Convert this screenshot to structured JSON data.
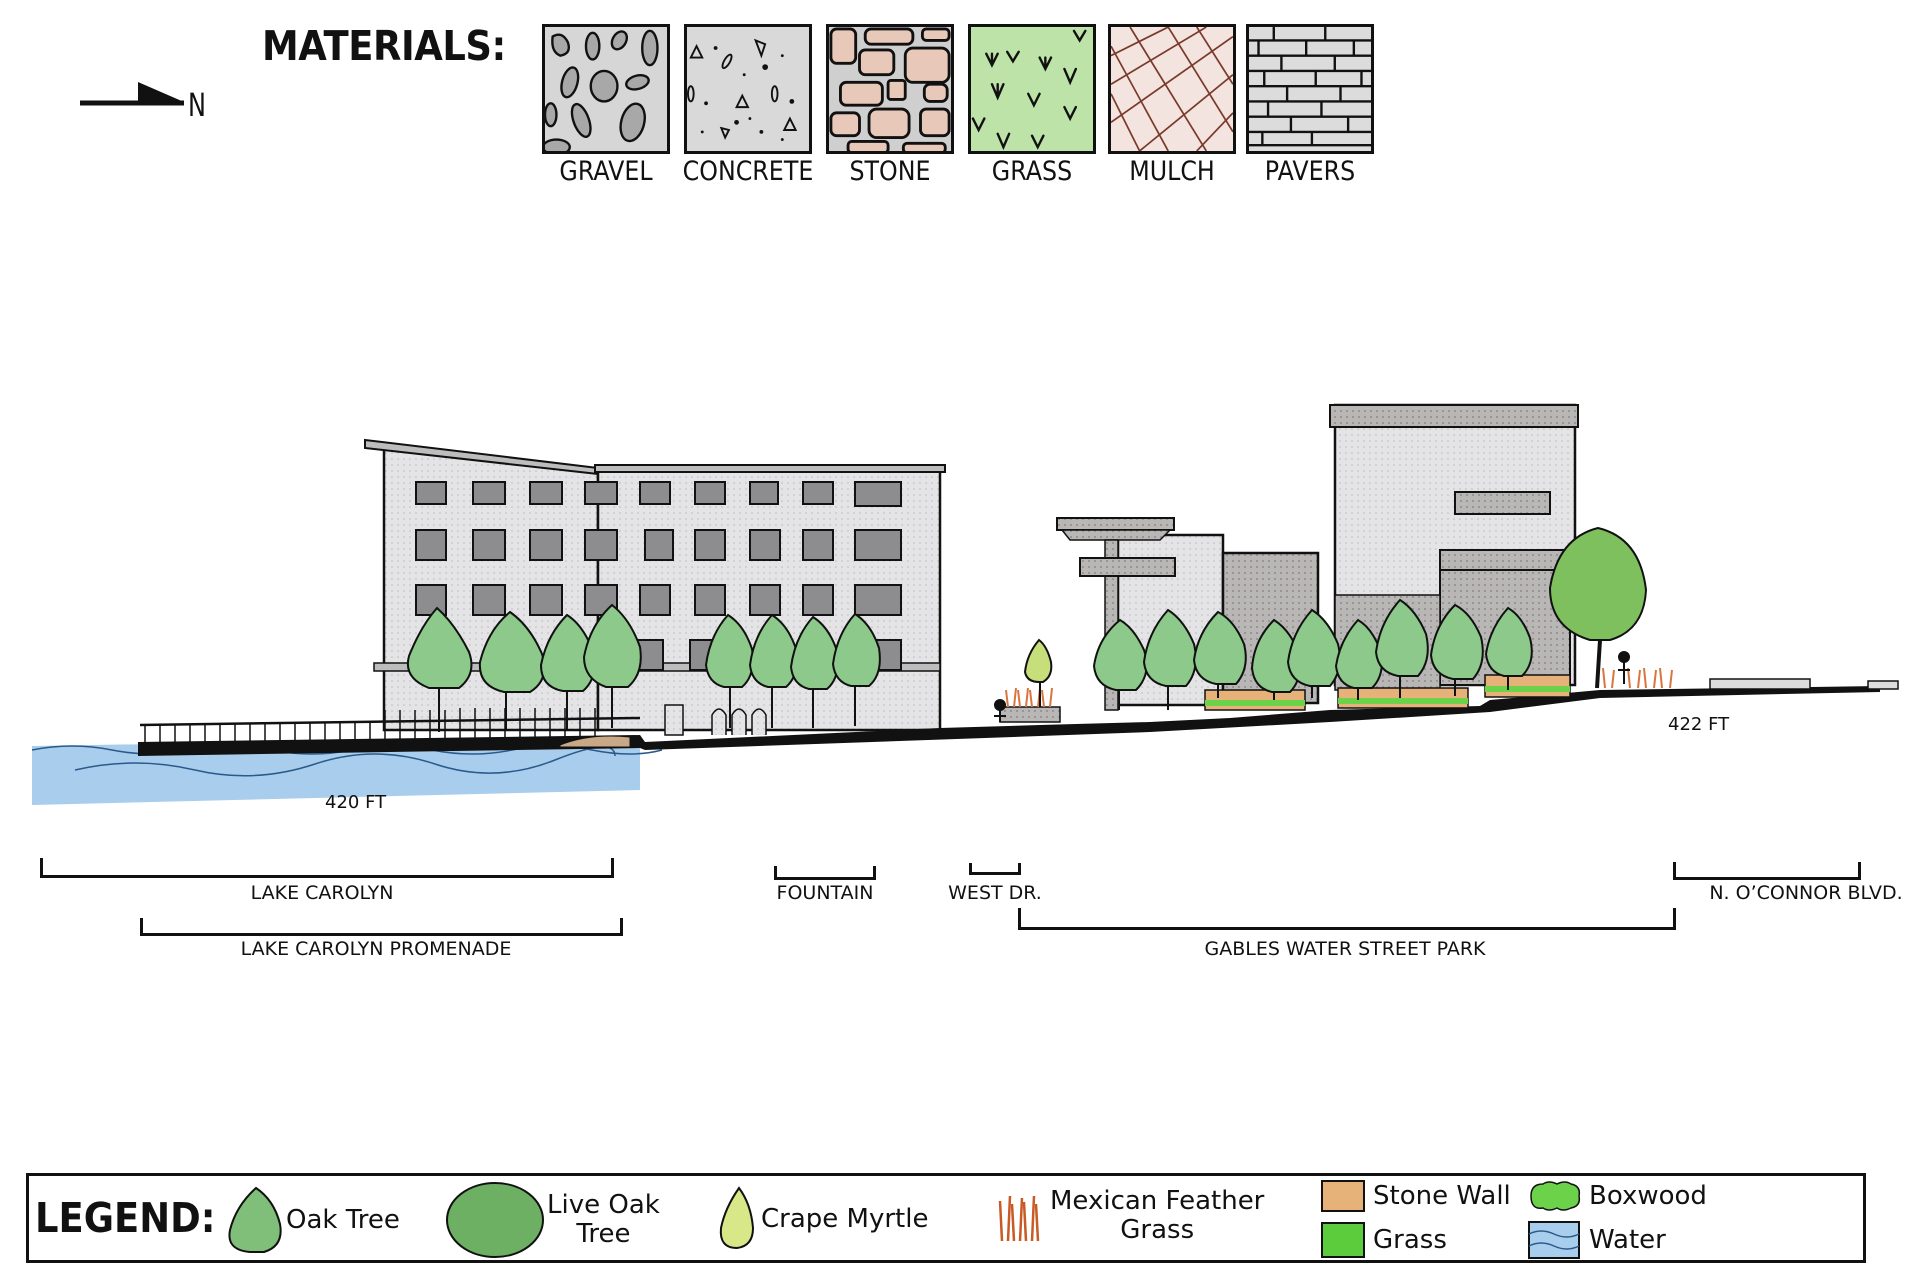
{
  "north_arrow": {
    "label": "N",
    "icon": "north-arrow-icon"
  },
  "materials": {
    "title": "MATERIALS:",
    "items": [
      {
        "label": "GRAVEL",
        "pattern": "gravel",
        "fill": "#d6d6d6"
      },
      {
        "label": "CONCRETE",
        "pattern": "concrete",
        "fill": "#d9d9d9"
      },
      {
        "label": "STONE",
        "pattern": "stone",
        "fill": "#e8c8b8"
      },
      {
        "label": "GRASS",
        "pattern": "grass",
        "fill": "#bde3a8"
      },
      {
        "label": "MULCH",
        "pattern": "mulch",
        "fill": "#f3e4e0"
      },
      {
        "label": "PAVERS",
        "pattern": "pavers",
        "fill": "#dcdcdc"
      }
    ]
  },
  "elevation": {
    "left_elevation": "420 FT",
    "right_elevation": "422 FT",
    "colors": {
      "water": "#a9cdec",
      "building": "#e4e4e6",
      "window": "#8d8d8f",
      "tree": "#8cc98a",
      "ground": "#111111",
      "feather_grass": "#d9763f",
      "stone_wall": "#e7b27a",
      "grass": "#6cd24a"
    }
  },
  "zones": [
    {
      "label": "LAKE CAROLYN"
    },
    {
      "label": "LAKE CAROLYN PROMENADE"
    },
    {
      "label": "FOUNTAIN"
    },
    {
      "label": "WEST DR."
    },
    {
      "label": "GABLES WATER STREET PARK"
    },
    {
      "label": "N. O’CONNOR BLVD."
    }
  ],
  "legend": {
    "title": "LEGEND:",
    "items": [
      {
        "label": "Oak Tree",
        "icon": "oak-tree-icon",
        "color": "#7fbf7a"
      },
      {
        "label": "Live Oak Tree",
        "line1": "Live Oak",
        "line2": "Tree",
        "icon": "live-oak-tree-icon",
        "color": "#6db063"
      },
      {
        "label": "Crape Myrtle",
        "icon": "crape-myrtle-icon",
        "color": "#d8e888"
      },
      {
        "label": "Mexican Feather Grass",
        "line1": "Mexican Feather",
        "line2": "Grass",
        "icon": "mexican-feather-grass-icon",
        "color": "#d9763f"
      },
      {
        "label": "Stone Wall",
        "icon": "stone-wall-swatch",
        "color": "#e7b27a"
      },
      {
        "label": "Grass",
        "icon": "grass-swatch",
        "color": "#5ccc3c"
      },
      {
        "label": "Boxwood",
        "icon": "boxwood-icon",
        "color": "#6cd24a"
      },
      {
        "label": "Water",
        "icon": "water-swatch",
        "color": "#a9cdec"
      }
    ]
  }
}
